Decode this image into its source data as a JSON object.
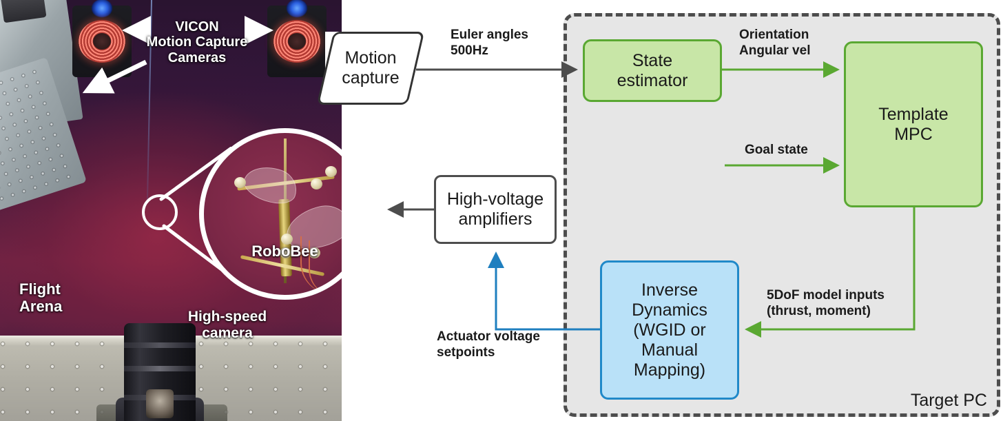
{
  "figure": {
    "photo": {
      "labels": {
        "vicon": "VICON\nMotion Capture\nCameras",
        "flight_arena": "Flight\nArena",
        "high_speed_camera": "High-speed\ncamera",
        "robobee": "RoboBee"
      }
    },
    "diagram": {
      "panel": {
        "label": "Target PC"
      },
      "nodes": {
        "motion_capture": "Motion\ncapture",
        "state_estimator": "State\nestimator",
        "template_mpc": "Template\nMPC",
        "inverse_dynamics": "Inverse\nDynamics\n(WGID or\nManual\nMapping)",
        "hv_amplifiers": "High-voltage\namplifiers"
      },
      "edge_labels": {
        "euler": "Euler angles\n500Hz",
        "orientation": "Orientation\nAngular vel",
        "goal_state": "Goal state",
        "model_inputs": "5DoF model inputs\n(thrust, moment)",
        "actuator": "Actuator voltage\nsetpoints"
      },
      "colors": {
        "green_fill": "#c8e6a7",
        "green_stroke": "#5aa832",
        "blue_fill": "#b9e1f8",
        "blue_stroke": "#2089c9",
        "panel_fill": "#e6e6e6",
        "panel_stroke": "#4d4d4d",
        "dark_stroke": "#4d4d4d",
        "text": "#1a1a1a"
      }
    }
  }
}
